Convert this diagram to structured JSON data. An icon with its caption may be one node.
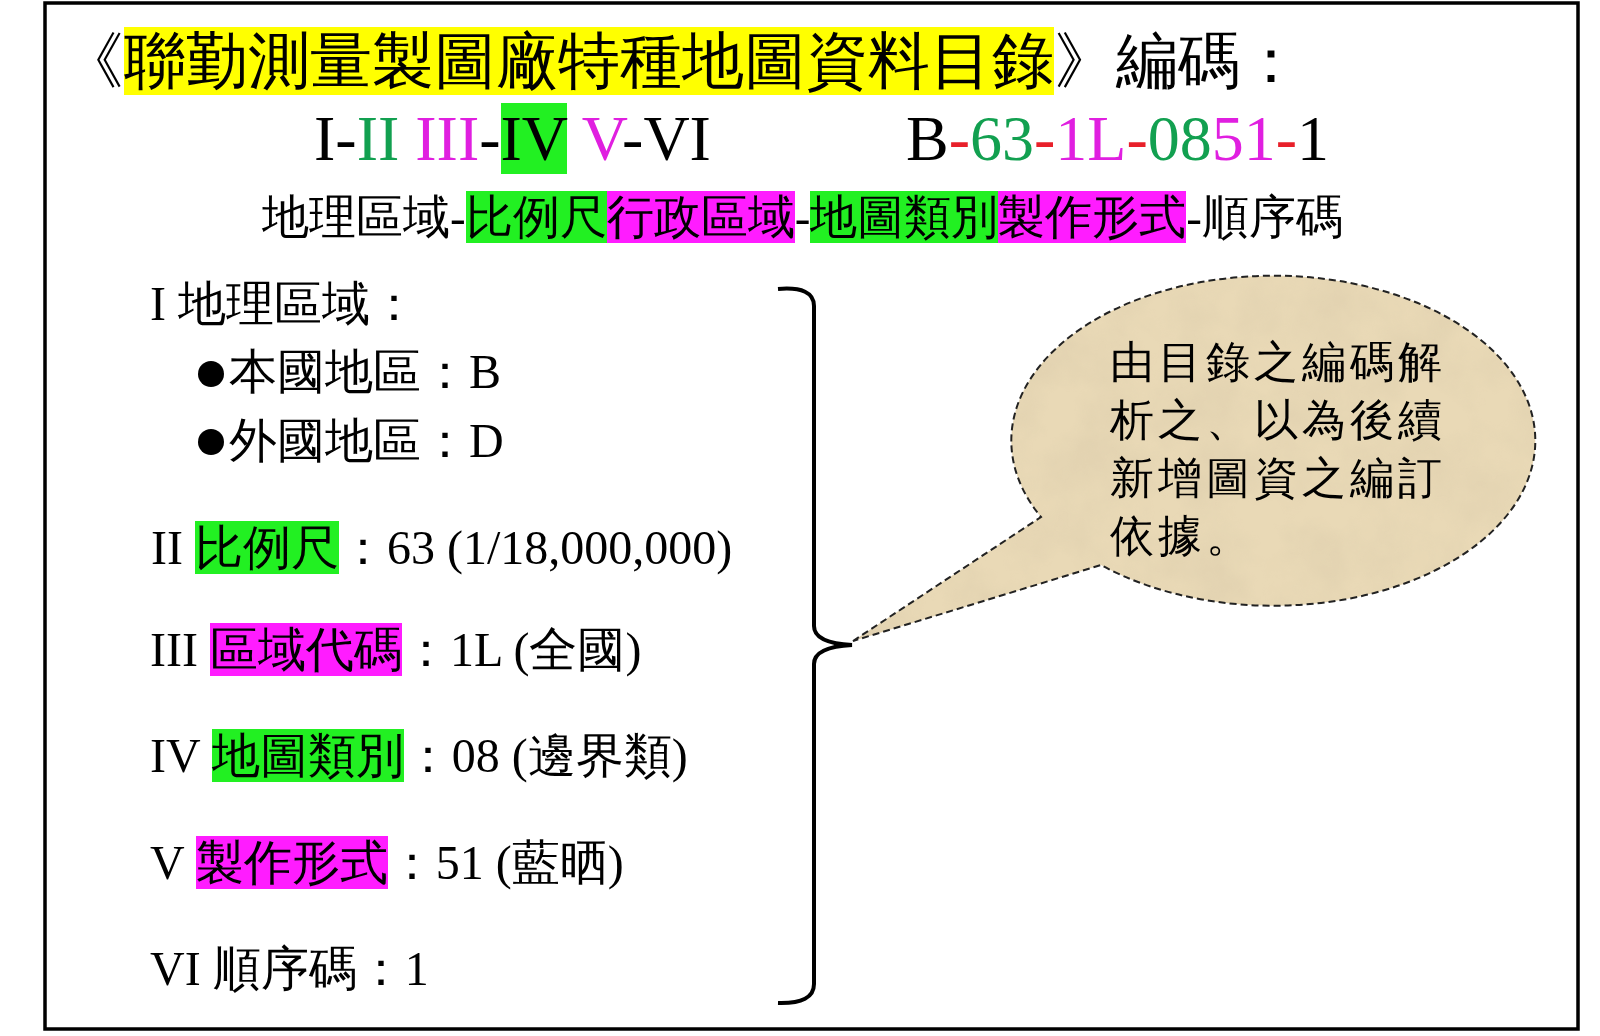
{
  "diagram": {
    "title": "《聯勤測量製圖廠特種地圖資料目錄》編碼：",
    "nodes": [
      {
        "text": [
          "由目錄之編碼解析之、以為後續新增圖資之編訂依據。"
        ]
      }
    ],
    "labels": [
      "I-II III-IV V-VI",
      "B-63-1L-0851-1",
      "地理區域-比例尺行政區域-地圖類別製作形式-順序碼",
      "I 地理區域：",
      "本國地區：B",
      "外國地區：D",
      "II 比例尺：63 (1/18,000,000)",
      "III 區域代碼：1L (全國)",
      "IV 地圖類別：08 (邊界類)",
      "V 製作形式：51 (藍晒)",
      "VI 順序碼：1"
    ]
  }
}
